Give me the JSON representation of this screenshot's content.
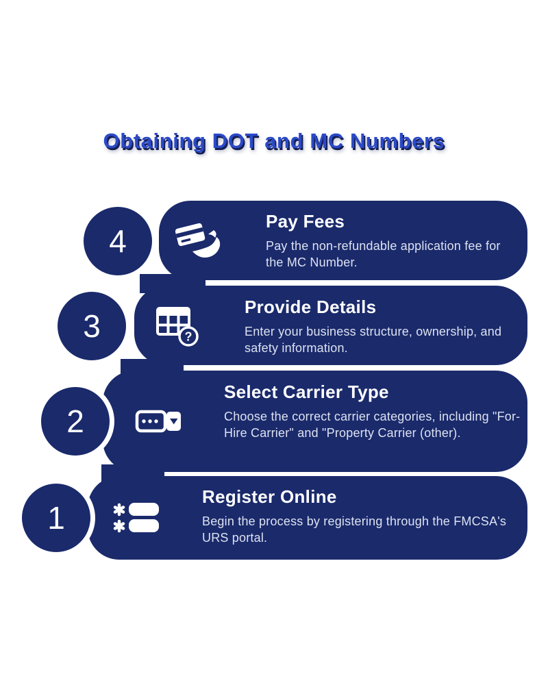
{
  "title": "Obtaining DOT and MC Numbers",
  "colors": {
    "navy": "#1a2a6b",
    "title_blue": "#2b49c8",
    "heading_text": "#ffffff",
    "body_text": "#dde2f1"
  },
  "steps": [
    {
      "number": "4",
      "icon": "hand-card-icon",
      "heading": "Pay Fees",
      "body": "Pay the non-refundable application fee for the MC Number."
    },
    {
      "number": "3",
      "icon": "spreadsheet-question-icon",
      "heading": "Provide Details",
      "body": "Enter your business structure, ownership, and safety information."
    },
    {
      "number": "2",
      "icon": "dropdown-select-icon",
      "heading": "Select Carrier Type",
      "body": "Choose the correct carrier categories, including \"For-Hire Carrier\" and \"Property Carrier (other)."
    },
    {
      "number": "1",
      "icon": "form-fields-icon",
      "heading": "Register Online",
      "body": "Begin the process by registering through the FMCSA's URS portal."
    }
  ]
}
